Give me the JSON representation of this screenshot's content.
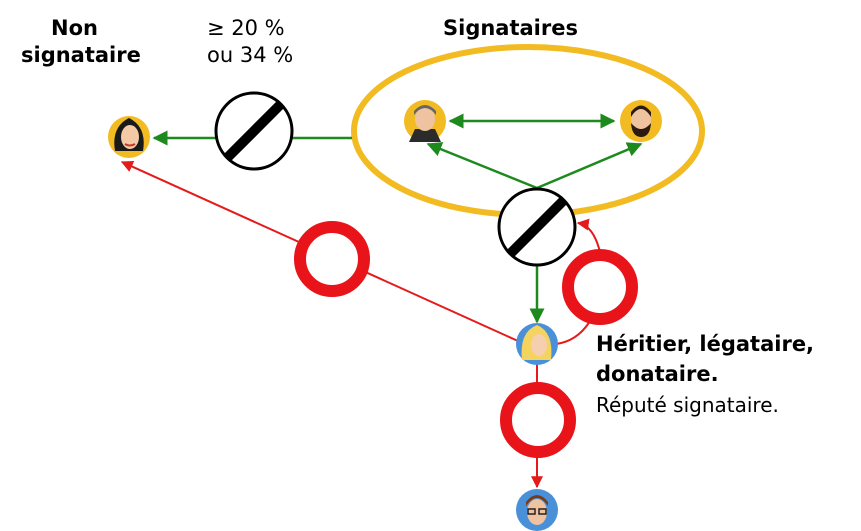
{
  "labels": {
    "non_signataire_line1": "Non",
    "non_signataire_line2": "signataire",
    "threshold_line1": "≥ 20 %",
    "threshold_line2": "ou 34 %",
    "signataires": "Signataires",
    "heritier_line1": "Héritier, légataire,",
    "heritier_line2": "donataire.",
    "repute": "Réputé signataire."
  },
  "colors": {
    "green_arrow": "#1e8a1e",
    "red_arrow": "#e51a1a",
    "group_ellipse": "#f2bb22",
    "restriction_ring": "#e8141a",
    "prohibition_bar": "#000000"
  },
  "icons": {
    "non_signatory": "woman-dark-hair-avatar",
    "signatory_1": "man-grey-hair-suit-avatar",
    "signatory_2": "man-bearded-avatar",
    "heir": "woman-blonde-avatar",
    "successor": "man-glasses-avatar",
    "prohibited": "no-entry-sign",
    "restriction": "red-ring-sign"
  }
}
